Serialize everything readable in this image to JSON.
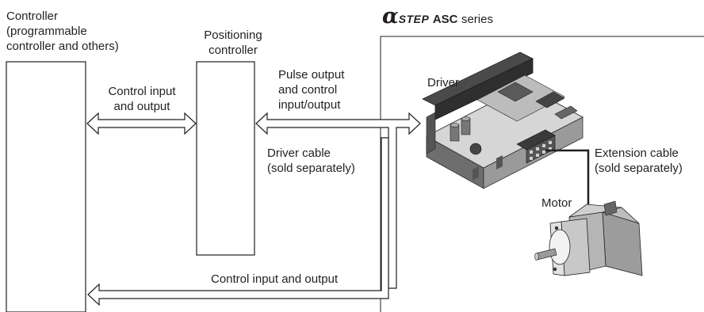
{
  "brand": {
    "alpha": "α",
    "step": "STEP",
    "asc": "ASC",
    "series": "series"
  },
  "nodes": {
    "controller": [
      "Controller",
      "(programmable",
      "controller and others)"
    ],
    "positioning": [
      "Positioning",
      "controller"
    ],
    "driver": "Driver",
    "motor": "Motor"
  },
  "connections": {
    "control_io": [
      "Control input",
      "and output"
    ],
    "pulse_output": [
      "Pulse output",
      "and control",
      "input/output"
    ],
    "driver_cable": [
      "Driver cable",
      "(sold separately)"
    ],
    "extension_cable": [
      "Extension cable",
      "(sold separately)"
    ],
    "control_io_bottom": "Control input and output"
  },
  "colors": {
    "line": "#231f20",
    "device_dark": "#3a3a3a",
    "device_mid": "#8a8a8a",
    "device_light": "#d8d8d8"
  }
}
